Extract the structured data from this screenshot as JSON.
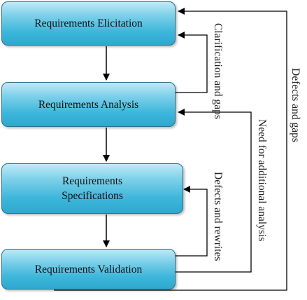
{
  "boxes": {
    "elicitation": {
      "label": "Requirements Elicitation"
    },
    "analysis": {
      "label": "Requirements Analysis"
    },
    "specifications": {
      "line1": "Requirements",
      "line2": "Specifications"
    },
    "validation": {
      "label": "Requirements Validation"
    }
  },
  "feedback_labels": {
    "clarification": {
      "line1": "Clarification",
      "line2": "and gaps"
    },
    "defects_rewrites": {
      "line1": "Defects and",
      "line2": "rewrites"
    },
    "additional_analysis": {
      "line1": "Need for additional",
      "line2": "analysis"
    },
    "defects_gaps": {
      "line1": "Defects and gaps"
    }
  },
  "colors": {
    "box_fill_top": "#bfeaf7",
    "box_fill_bottom": "#2fa8cf",
    "box_border": "#2e6f86",
    "arrow": "#000000"
  }
}
